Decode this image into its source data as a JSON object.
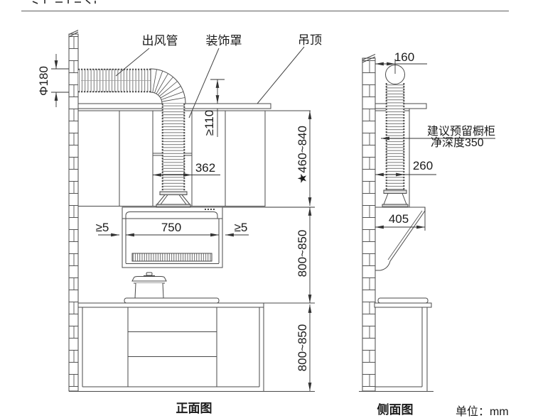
{
  "units_label": "单位：mm",
  "front_view": {
    "caption": "正面图",
    "labels": {
      "outlet_pipe": "出风管",
      "decor_cover": "装饰罩",
      "ceiling": "吊顶"
    },
    "dims": {
      "pipe_diameter": "Φ180",
      "ceiling_clearance": "≥110",
      "cover_width": "362",
      "hood_width": "750",
      "gap_left": "≥5",
      "gap_right": "≥5",
      "ceiling_to_hood": "★460~840",
      "hood_to_counter": "800~850",
      "counter_height": "800~850"
    }
  },
  "side_view": {
    "caption": "侧面图",
    "dims": {
      "wall_to_pipe_center": "160",
      "wall_to_pipe_front": "260",
      "hood_depth": "405"
    },
    "note_line1": "建议预留橱柜",
    "note_line2": "净深度350"
  }
}
